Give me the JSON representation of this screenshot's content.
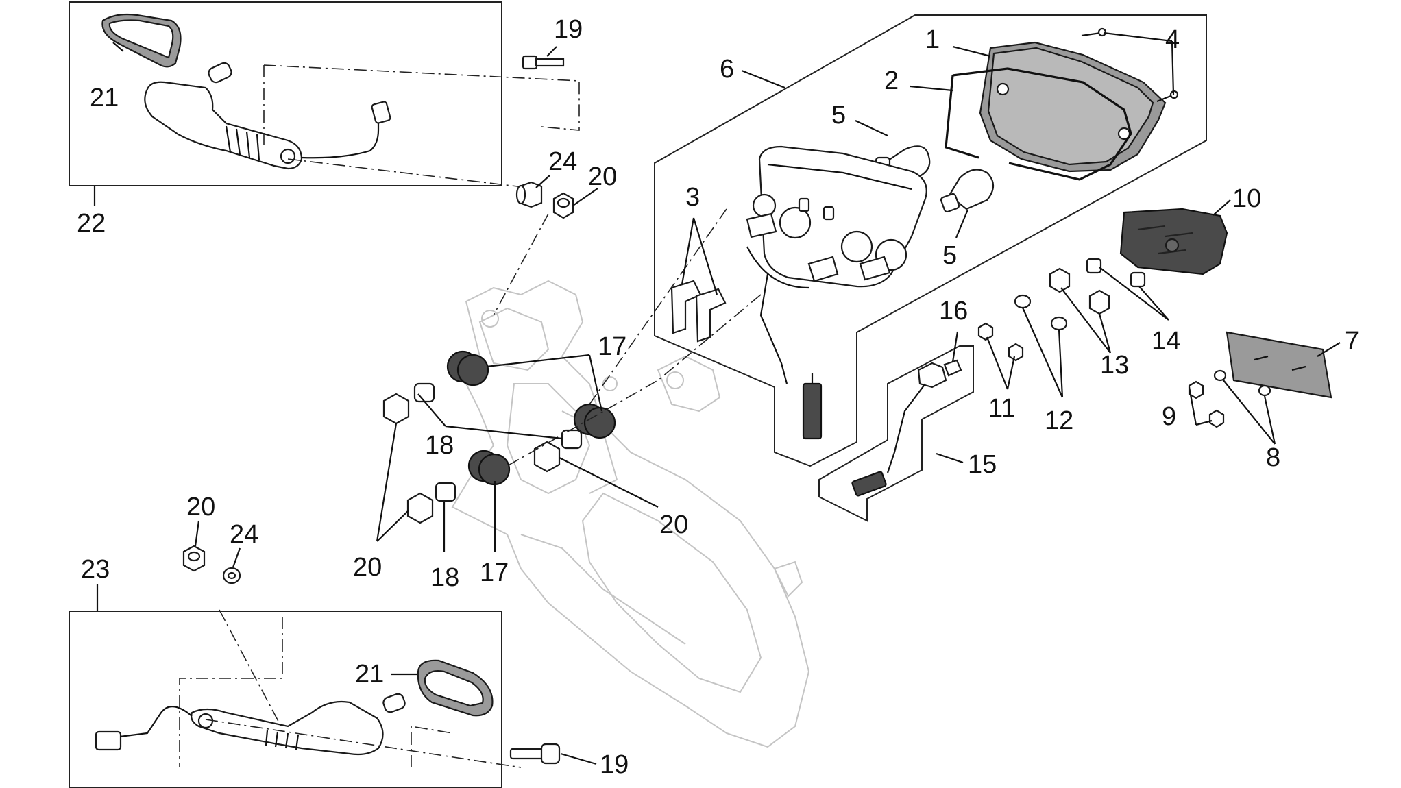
{
  "labels": {
    "p1": "1",
    "p2": "2",
    "p3": "3",
    "p4": "4",
    "p5a": "5",
    "p5b": "5",
    "p6": "6",
    "p7": "7",
    "p8": "8",
    "p9": "9",
    "p10": "10",
    "p11": "11",
    "p12": "12",
    "p13": "13",
    "p14": "14",
    "p15": "15",
    "p16": "16",
    "p17a": "17",
    "p17b": "17",
    "p18a": "18",
    "p18b": "18",
    "p19a": "19",
    "p19b": "19",
    "p20a": "20",
    "p20b": "20",
    "p20c": "20",
    "p20d": "20",
    "p21a": "21",
    "p21b": "21",
    "p22": "22",
    "p23": "23",
    "p24a": "24",
    "p24b": "24"
  },
  "colors": {
    "line": "#111111",
    "frame": "#c4c4c4",
    "dark_part": "#4a4a4a",
    "grey_part": "#9a9a9a"
  }
}
